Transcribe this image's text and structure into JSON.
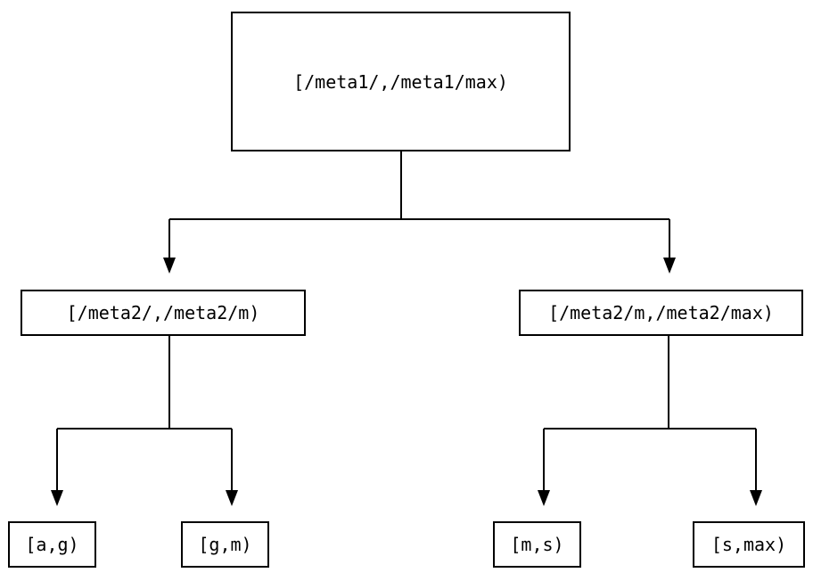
{
  "diagram": {
    "type": "tree",
    "line_color": "#000000",
    "background_color": "#ffffff",
    "tree": {
      "root": {
        "label": "[/meta1/,/meta1/max)",
        "children": [
          {
            "label": "[/meta2/,/meta2/m)",
            "children": [
              {
                "label": "[a,g)"
              },
              {
                "label": "[g,m)"
              }
            ]
          },
          {
            "label": "[/meta2/m,/meta2/max)",
            "children": [
              {
                "label": "[m,s)"
              },
              {
                "label": "[s,max)"
              }
            ]
          }
        ]
      }
    }
  }
}
